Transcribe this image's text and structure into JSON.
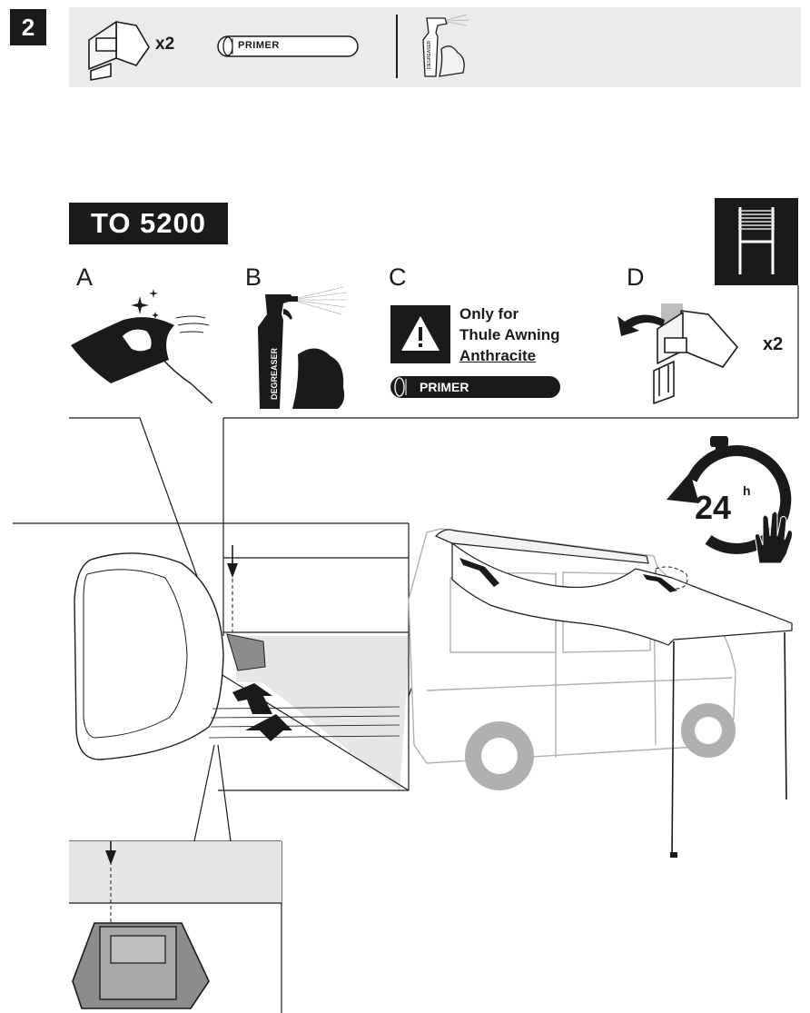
{
  "step": {
    "number": "2"
  },
  "parts_bar": {
    "bracket_qty": "x2",
    "primer_label": "PRIMER",
    "spray_bottle_text": "DEGREASER"
  },
  "model": {
    "label": "TO 5200"
  },
  "substeps": {
    "a": {
      "letter": "A"
    },
    "b": {
      "letter": "B",
      "bottle_text": "DEGREASER"
    },
    "c": {
      "letter": "C",
      "note_line1": "Only for",
      "note_line2": "Thule Awning",
      "note_line3": "Anthracite",
      "primer_label": "PRIMER"
    },
    "d": {
      "letter": "D",
      "qty": "x2"
    }
  },
  "cure_time": {
    "value": "24",
    "unit": "h"
  },
  "colors": {
    "ink": "#1a1a1a",
    "panel_grey": "#ebebeb",
    "zoom_grey": "#e6e6e6",
    "van_grey": "#b0b0b0"
  },
  "icons": [
    "wall-bracket-icon",
    "primer-tube-icon",
    "spray-bottle-icon",
    "wipe-cloth-icon",
    "warning-icon",
    "ladder-icon",
    "stopwatch-icon",
    "hand-icon",
    "arrow-icon"
  ]
}
